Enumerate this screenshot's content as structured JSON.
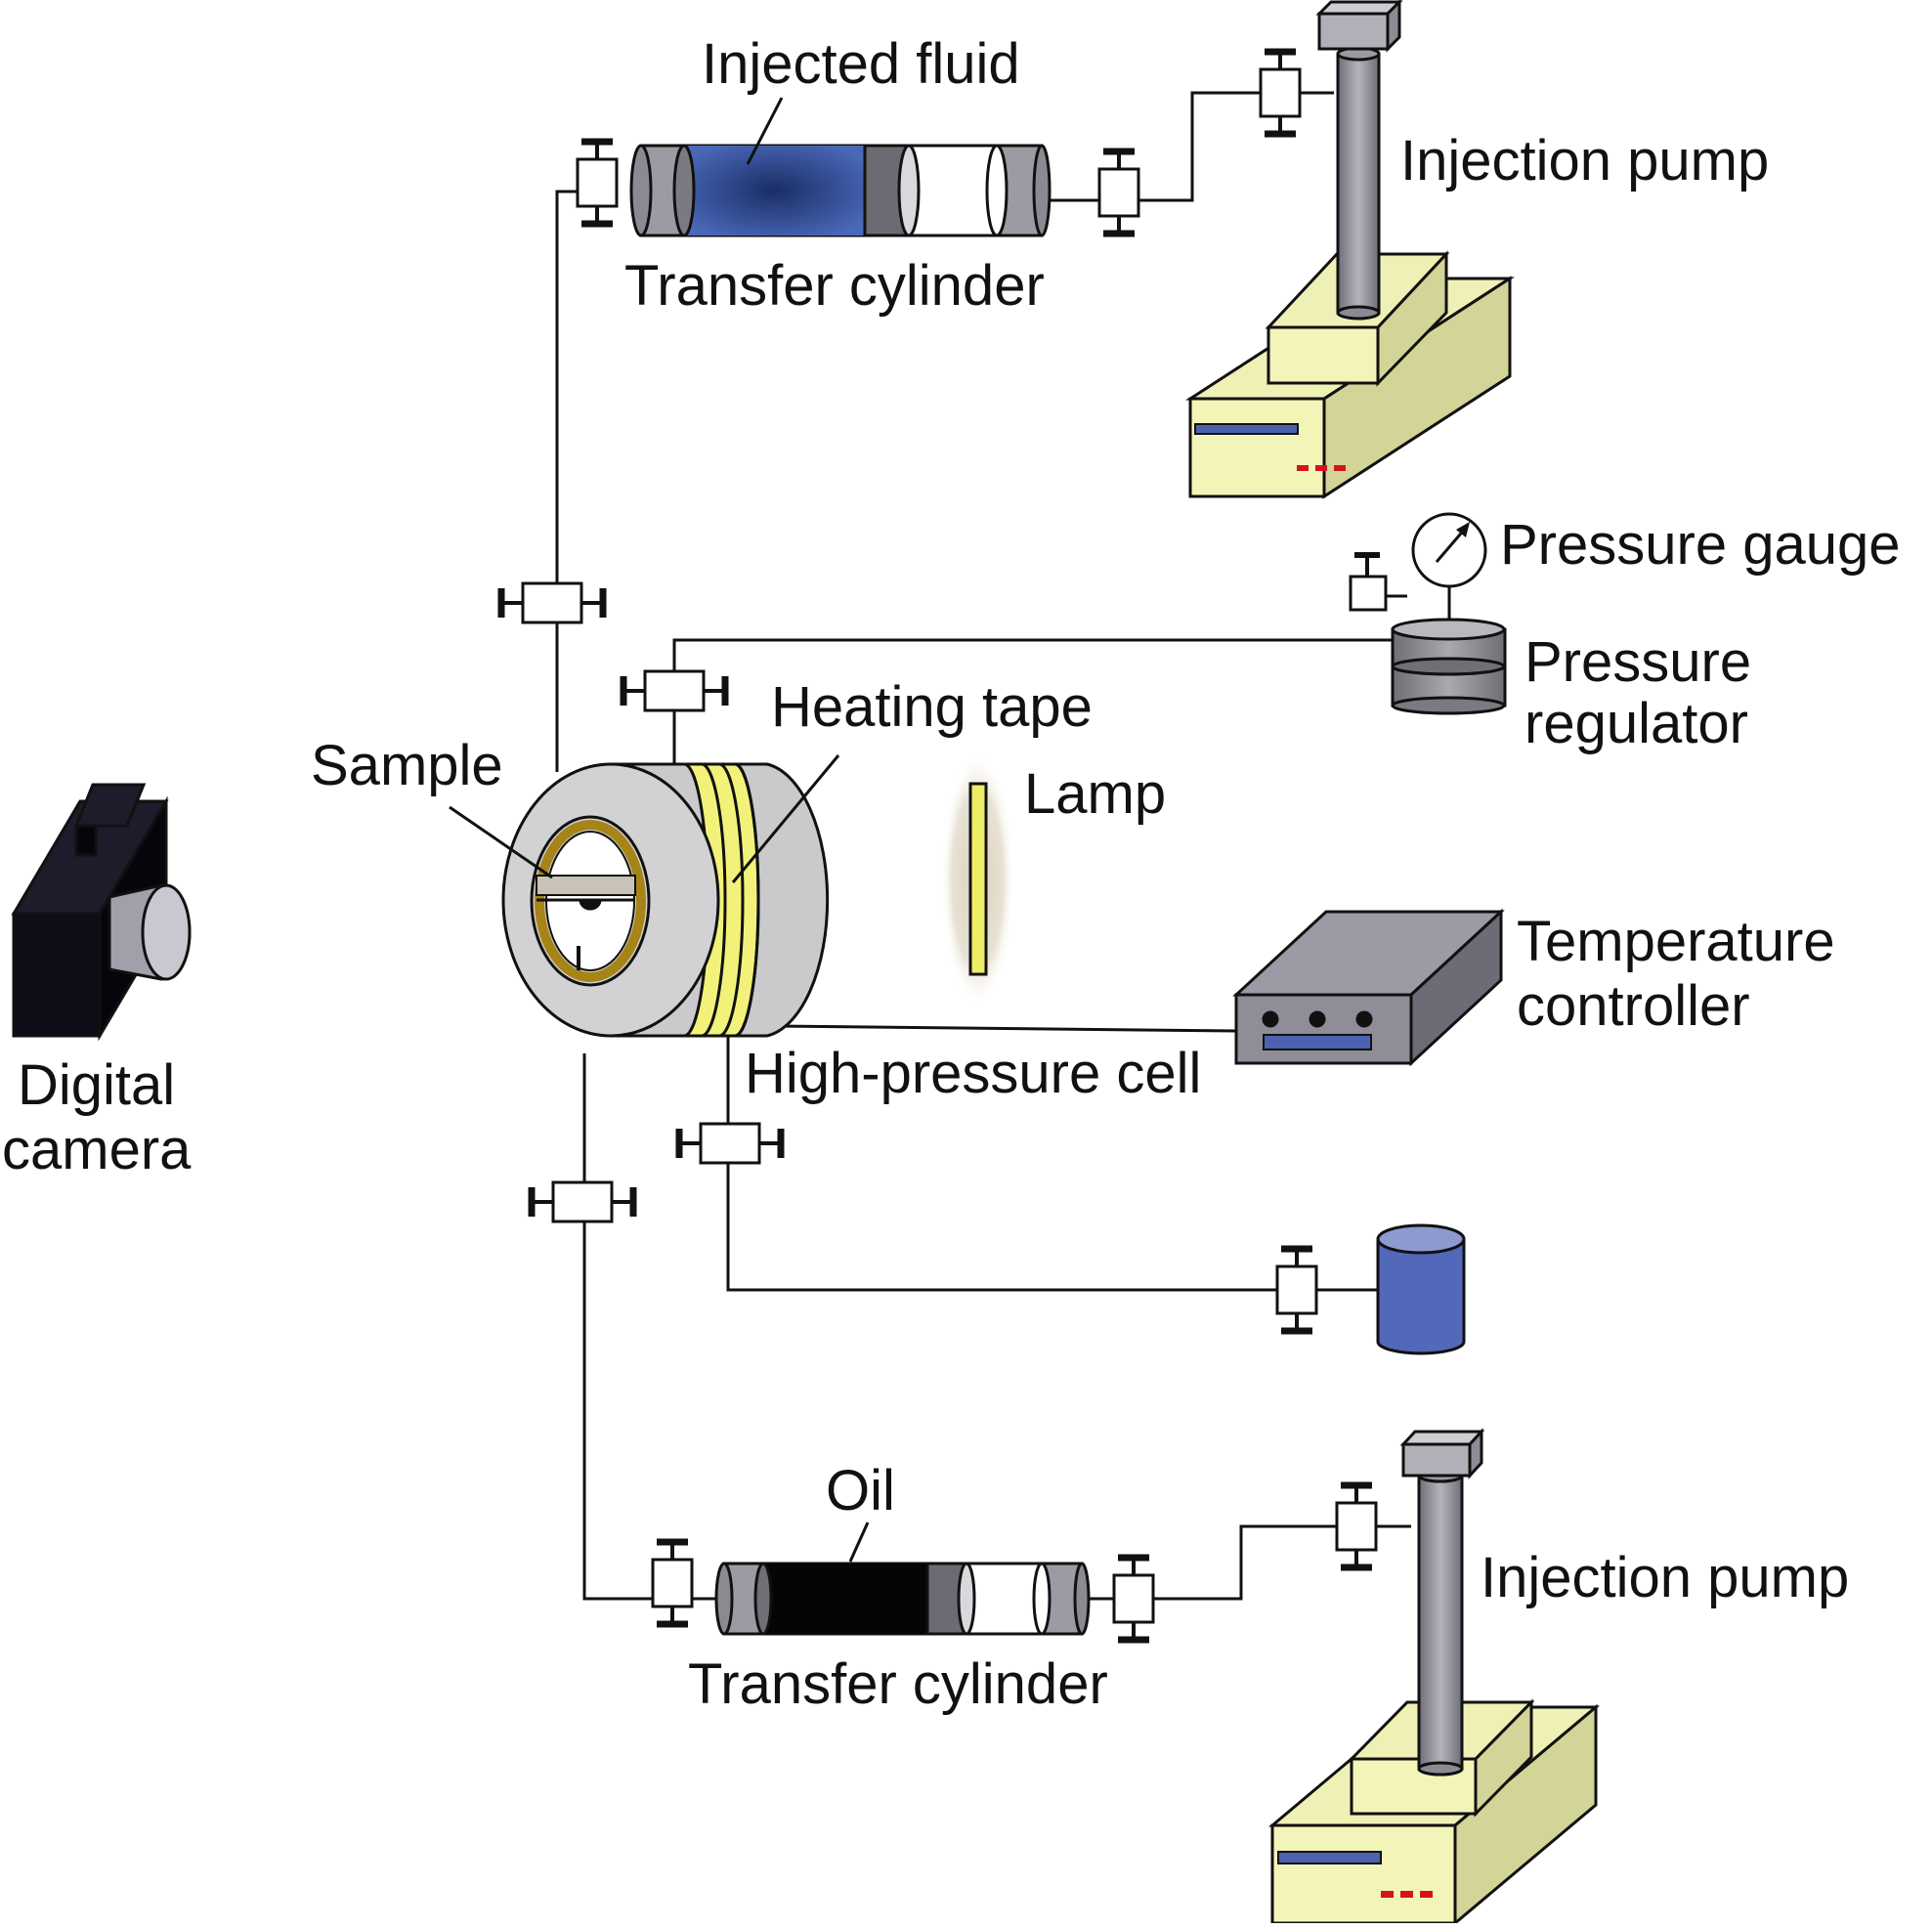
{
  "labels": {
    "injected_fluid": "Injected fluid",
    "transfer_cylinder_top": "Transfer cylinder",
    "injection_pump_top": "Injection pump",
    "pressure_gauge": "Pressure gauge",
    "pressure_regulator_line1": "Pressure",
    "pressure_regulator_line2": "regulator",
    "heating_tape": "Heating tape",
    "sample": "Sample",
    "lamp": "Lamp",
    "temperature_controller_line1": "Temperature",
    "temperature_controller_line2": "controller",
    "high_pressure_cell": "High-pressure cell",
    "digital_camera_line1": "Digital",
    "digital_camera_line2": "camera",
    "oil": "Oil",
    "transfer_cylinder_bottom": "Transfer cylinder",
    "injection_pump_bottom": "Injection pump"
  },
  "colors": {
    "line": "#111111",
    "injected_fluid_blue": "#2f4f9e",
    "oil_black": "#050505",
    "pump_yellow": "#f3f4b8",
    "pump_side": "#d6d79a",
    "cell_grey": "#c9c9cb",
    "heating_tape_yellow": "#f2f27a",
    "sample_ring": "#a68418",
    "lamp_yellow": "#eeee66",
    "controller_grey": "#8f8d97",
    "controller_display": "#4a62b0",
    "pump_indicator_red": "#d4141d",
    "waste_container_blue": "#5268b8",
    "camera_black": "#0d0d17"
  }
}
